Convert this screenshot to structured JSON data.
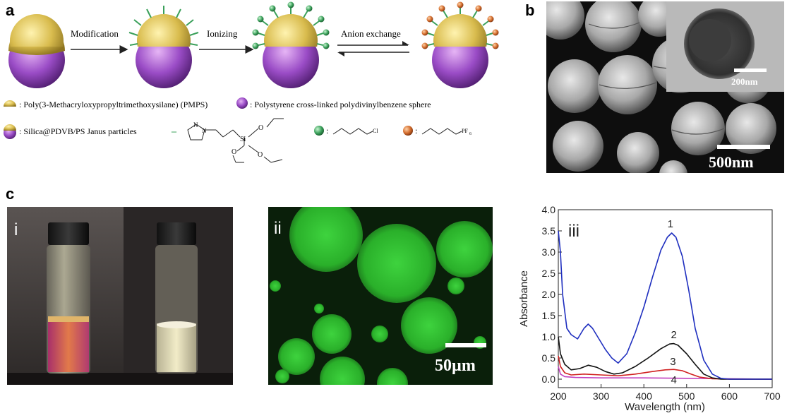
{
  "panels": {
    "a": "a",
    "b": "b",
    "c": "c"
  },
  "scheme": {
    "step1": "Modification",
    "step2": "Ionizing",
    "step3": "Anion exchange",
    "legend": {
      "pmps": ": Poly(3-Methacryloxypropyltrimethoxysilane) (PMPS)",
      "ps": ": Polystyrene cross-linked polydivinylbenzene sphere",
      "janus": ": Silica@PDVB/PS Janus particles",
      "dash": "–",
      "colon1": ":",
      "colon2": ":",
      "N": "N",
      "N_plus": "N",
      "Si": "Si",
      "O1": "O",
      "O2": "O",
      "O3": "O",
      "cl": "Cl",
      "pf6": "PF",
      "pf6_sub": "6"
    },
    "colors": {
      "silica": "#d4b84a",
      "ps": "#9b4fc4",
      "silane_green": "#3aa05a",
      "anion_orange": "#d26a2a",
      "arrow": "#222222"
    }
  },
  "sem": {
    "scalebar_main": "500nm",
    "scalebar_inset": "200nm"
  },
  "photo": {
    "label": "i"
  },
  "fluor": {
    "label": "ii",
    "scalebar": "50µm"
  },
  "chart_data": {
    "type": "line",
    "panel_label": "iii",
    "xlabel": "Wavelength (nm)",
    "ylabel": "Absorbance",
    "xlim": [
      200,
      700
    ],
    "ylim": [
      -0.2,
      4.0
    ],
    "xticks": [
      200,
      300,
      400,
      500,
      600,
      700
    ],
    "yticks": [
      0.0,
      0.5,
      1.0,
      1.5,
      2.0,
      2.5,
      3.0,
      3.5,
      4.0
    ],
    "xtick_labels": [
      "200",
      "300",
      "400",
      "500",
      "600",
      "700"
    ],
    "ytick_labels": [
      "0.0",
      "0.5",
      "1.0",
      "1.5",
      "2.0",
      "2.5",
      "3.0",
      "3.5",
      "4.0"
    ],
    "series": [
      {
        "name": "1",
        "color": "#1f2fbf",
        "x": [
          200,
          205,
          210,
          220,
          230,
          245,
          260,
          270,
          280,
          295,
          310,
          325,
          340,
          360,
          380,
          400,
          420,
          440,
          455,
          465,
          475,
          490,
          505,
          520,
          540,
          560,
          580,
          600,
          650,
          700
        ],
        "y": [
          3.5,
          3.0,
          2.0,
          1.2,
          1.05,
          0.95,
          1.2,
          1.3,
          1.2,
          0.95,
          0.7,
          0.5,
          0.38,
          0.6,
          1.1,
          1.7,
          2.4,
          3.05,
          3.35,
          3.45,
          3.35,
          2.9,
          2.1,
          1.2,
          0.45,
          0.12,
          0.02,
          0.0,
          0.0,
          0.0
        ]
      },
      {
        "name": "2",
        "color": "#111111",
        "x": [
          200,
          205,
          215,
          230,
          250,
          270,
          290,
          310,
          330,
          350,
          380,
          410,
          440,
          460,
          470,
          480,
          500,
          520,
          540,
          560,
          580,
          600,
          650,
          700
        ],
        "y": [
          1.0,
          0.6,
          0.35,
          0.22,
          0.25,
          0.33,
          0.28,
          0.18,
          0.12,
          0.15,
          0.3,
          0.5,
          0.72,
          0.83,
          0.84,
          0.8,
          0.6,
          0.35,
          0.12,
          0.03,
          0.0,
          0.0,
          0.0,
          0.0
        ]
      },
      {
        "name": "3",
        "color": "#d02020",
        "x": [
          200,
          205,
          215,
          230,
          260,
          300,
          340,
          380,
          420,
          450,
          470,
          490,
          510,
          530,
          560,
          600,
          650,
          700
        ],
        "y": [
          0.55,
          0.3,
          0.15,
          0.1,
          0.12,
          0.1,
          0.08,
          0.12,
          0.18,
          0.22,
          0.23,
          0.2,
          0.12,
          0.05,
          0.01,
          0.0,
          0.0,
          0.0
        ]
      },
      {
        "name": "4",
        "color": "#c040c0",
        "x": [
          200,
          205,
          215,
          240,
          300,
          400,
          500,
          600,
          700
        ],
        "y": [
          0.3,
          0.12,
          0.06,
          0.04,
          0.03,
          0.03,
          0.02,
          0.01,
          0.0
        ]
      }
    ],
    "curve_labels": [
      {
        "text": "1",
        "x": 462,
        "y": 3.58
      },
      {
        "text": "2",
        "x": 470,
        "y": 0.97
      },
      {
        "text": "3",
        "x": 468,
        "y": 0.33
      },
      {
        "text": "4",
        "x": 470,
        "y": -0.1
      }
    ]
  }
}
